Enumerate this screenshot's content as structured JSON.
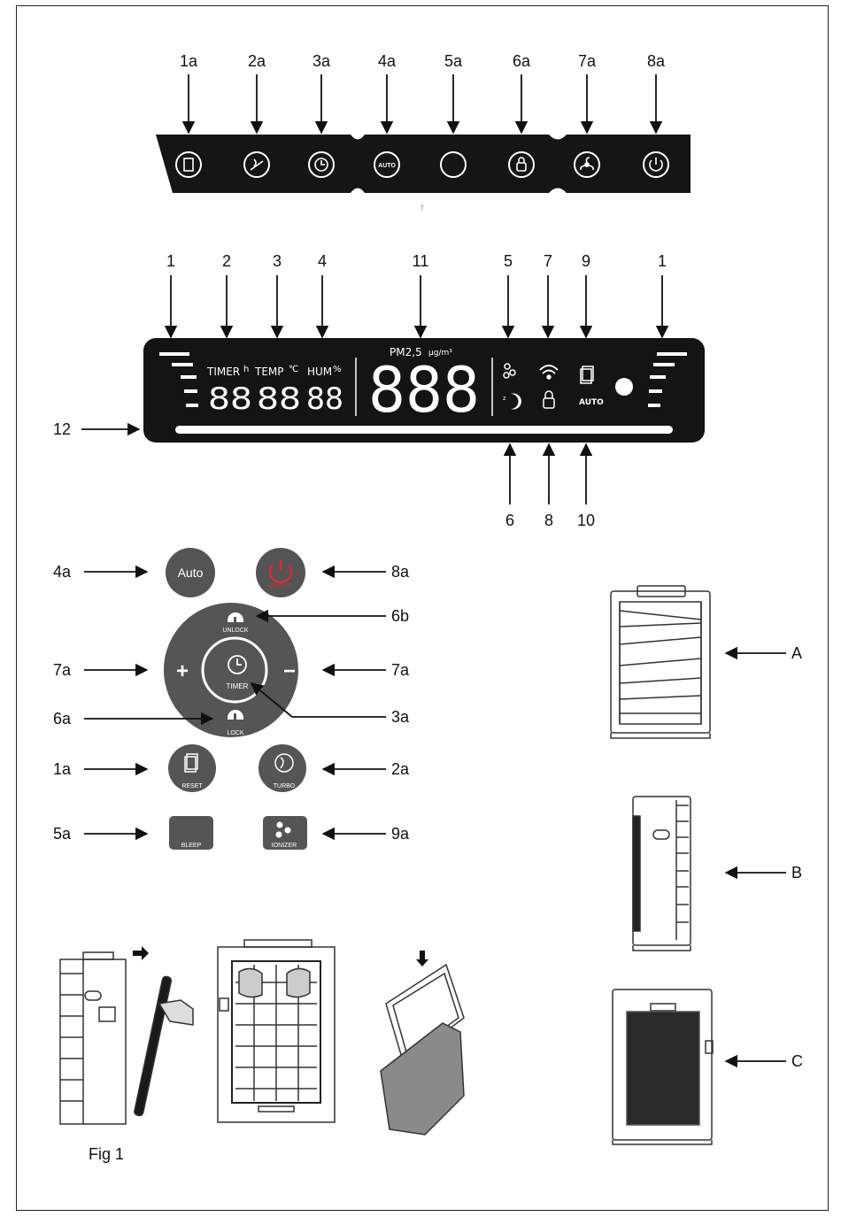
{
  "top_panel": {
    "callouts": [
      "1a",
      "2a",
      "3a",
      "4a",
      "5a",
      "6a",
      "7a",
      "8a"
    ],
    "auto_text": "AUTO",
    "center_arrow": "↑"
  },
  "display": {
    "top_callouts": [
      "1",
      "2",
      "3",
      "4",
      "11",
      "5",
      "7",
      "9",
      "1"
    ],
    "bottom_callouts": [
      "6",
      "8",
      "10"
    ],
    "left_callout": "12",
    "timer_label": "TIMER",
    "timer_unit": "h",
    "temp_label": "TEMP",
    "temp_unit": "℃",
    "hum_label": "HUM",
    "hum_unit": "%",
    "pm_label": "PM2,5",
    "pm_unit": "μg/m³",
    "small_digits": [
      "88",
      "88",
      "88"
    ],
    "big_digits": "888",
    "auto_text": "AUTO"
  },
  "control_pad": {
    "labels_left": [
      "4a",
      "7a",
      "6a",
      "1a",
      "5a"
    ],
    "labels_right": [
      "8a",
      "6b",
      "7a",
      "3a",
      "2a",
      "9a"
    ],
    "auto_button": "Auto",
    "power_button": "ON/OFF",
    "unlock": "UNLOCK",
    "lock": "LOCK",
    "timer": "TIMER",
    "plus": "+",
    "minus": "−",
    "reset": "RESET",
    "turbo": "TURBO",
    "sleep": "BLEEP",
    "ionizer": "IONIZER"
  },
  "views": {
    "a": "A",
    "b": "B",
    "c": "C"
  },
  "figure": {
    "caption": "Fig 1"
  }
}
